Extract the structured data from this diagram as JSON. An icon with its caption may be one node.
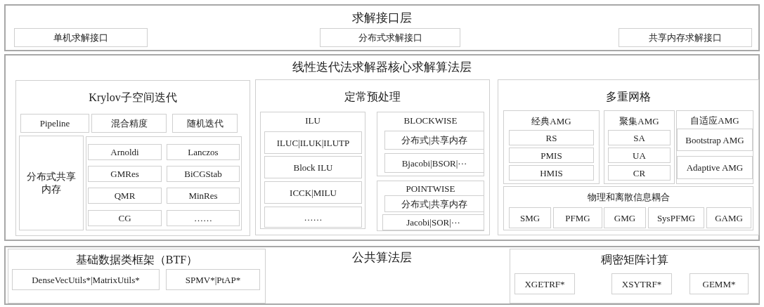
{
  "diagram": {
    "nodes": [
      {
        "text": [
          "求解接口层"
        ]
      },
      {
        "text": [
          "单机求解接口"
        ],
        "in": 0
      },
      {
        "text": [
          "分布式求解接口"
        ],
        "in": 0
      },
      {
        "text": [
          "共享内存求解接口"
        ],
        "in": 0
      },
      {
        "text": [
          "线性迭代法求解器核心求解算法层"
        ]
      },
      {
        "text": [
          "Krylov子空间迭代"
        ],
        "in": 4
      },
      {
        "text": [
          "Pipeline"
        ],
        "in": 5
      },
      {
        "text": [
          "混合精度"
        ],
        "in": 5
      },
      {
        "text": [
          "随机迭代"
        ],
        "in": 5
      },
      {
        "text": [
          "分布式共享内存"
        ],
        "in": 5
      },
      {
        "text": [],
        "shape": "box",
        "in": 5
      },
      {
        "text": [
          "Arnoldi"
        ],
        "in": 10
      },
      {
        "text": [
          "Lanczos"
        ],
        "in": 10
      },
      {
        "text": [
          "GMRes"
        ],
        "in": 10
      },
      {
        "text": [
          "BiCGStab"
        ],
        "in": 10
      },
      {
        "text": [
          "QMR"
        ],
        "in": 10
      },
      {
        "text": [
          "MinRes"
        ],
        "in": 10
      },
      {
        "text": [
          "CG"
        ],
        "in": 10
      },
      {
        "text": [
          "……"
        ],
        "in": 10
      },
      {
        "text": [
          "定常预处理"
        ],
        "in": 4
      },
      {
        "text": [
          "ILU"
        ],
        "in": 19
      },
      {
        "text": [
          "ILUC|ILUK|ILUTP"
        ],
        "in": 20
      },
      {
        "text": [
          "Block ILU"
        ],
        "in": 20
      },
      {
        "text": [
          "ICCK|MILU"
        ],
        "in": 20
      },
      {
        "text": [
          "……"
        ],
        "in": 20
      },
      {
        "text": [
          "BLOCKWISE"
        ],
        "in": 19
      },
      {
        "text": [
          "分布式|共享内存"
        ],
        "in": 25
      },
      {
        "text": [
          "Bjacobi|BSOR|···"
        ],
        "in": 25
      },
      {
        "text": [
          "POINTWISE"
        ],
        "in": 19
      },
      {
        "text": [
          "分布式|共享内存"
        ],
        "in": 28
      },
      {
        "text": [
          "Jacobi|SOR|···"
        ],
        "in": 28
      },
      {
        "text": [
          "多重网格"
        ],
        "in": 4
      },
      {
        "text": [
          "经典AMG"
        ],
        "in": 31
      },
      {
        "text": [
          "RS"
        ],
        "in": 32
      },
      {
        "text": [
          "PMIS"
        ],
        "in": 32
      },
      {
        "text": [
          "HMIS"
        ],
        "in": 32
      },
      {
        "text": [
          "聚集AMG"
        ],
        "in": 31
      },
      {
        "text": [
          "SA"
        ],
        "in": 36
      },
      {
        "text": [
          "UA"
        ],
        "in": 36
      },
      {
        "text": [
          "CR"
        ],
        "in": 36
      },
      {
        "text": [
          "自适应AMG"
        ],
        "in": 31
      },
      {
        "text": [
          "Bootstrap AMG"
        ],
        "in": 40
      },
      {
        "text": [
          "Adaptive AMG"
        ],
        "in": 40
      },
      {
        "text": [
          "物理和离散信息耦合"
        ],
        "in": 31
      },
      {
        "text": [
          "SMG"
        ],
        "in": 43
      },
      {
        "text": [
          "PFMG"
        ],
        "in": 43
      },
      {
        "text": [
          "GMG"
        ],
        "in": 43
      },
      {
        "text": [
          "SysPFMG"
        ],
        "in": 43
      },
      {
        "text": [
          "GAMG"
        ],
        "in": 43
      },
      {
        "text": [
          "公共算法层"
        ]
      },
      {
        "text": [
          "基础数据类框架（BTF）"
        ],
        "in": 49
      },
      {
        "text": [
          "DenseVecUtils*|MatrixUtils*"
        ],
        "in": 50
      },
      {
        "text": [
          "SPMV*|PtAP*"
        ],
        "in": 50
      },
      {
        "text": [
          "稠密矩阵计算"
        ],
        "in": 49
      },
      {
        "text": [
          "XGETRF*"
        ],
        "in": 53
      },
      {
        "text": [
          "XSYTRF*"
        ],
        "in": 53
      },
      {
        "text": [
          "GEMM*"
        ],
        "in": 53
      }
    ]
  }
}
